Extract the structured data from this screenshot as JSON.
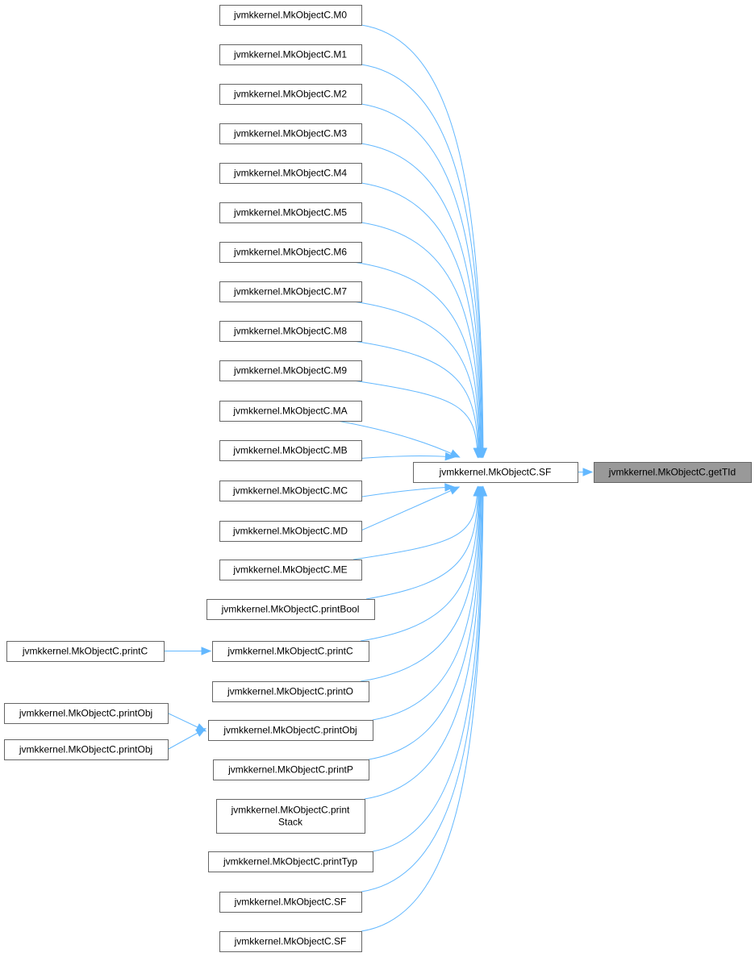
{
  "diagram": {
    "type": "call-graph",
    "colors": {
      "edge": "#63b8ff",
      "node_border": "#666666",
      "node_fill": "#ffffff",
      "focus_fill": "#999999"
    },
    "nodes": [
      {
        "id": "getTId",
        "lines": [
          "jvmkkernel.MkObjectC.getTId"
        ],
        "focus": true
      },
      {
        "id": "SF_main",
        "lines": [
          "jvmkkernel.MkObjectC.SF"
        ]
      },
      {
        "id": "M0",
        "lines": [
          "jvmkkernel.MkObjectC.M0"
        ]
      },
      {
        "id": "M1",
        "lines": [
          "jvmkkernel.MkObjectC.M1"
        ]
      },
      {
        "id": "M2",
        "lines": [
          "jvmkkernel.MkObjectC.M2"
        ]
      },
      {
        "id": "M3",
        "lines": [
          "jvmkkernel.MkObjectC.M3"
        ]
      },
      {
        "id": "M4",
        "lines": [
          "jvmkkernel.MkObjectC.M4"
        ]
      },
      {
        "id": "M5",
        "lines": [
          "jvmkkernel.MkObjectC.M5"
        ]
      },
      {
        "id": "M6",
        "lines": [
          "jvmkkernel.MkObjectC.M6"
        ]
      },
      {
        "id": "M7",
        "lines": [
          "jvmkkernel.MkObjectC.M7"
        ]
      },
      {
        "id": "M8",
        "lines": [
          "jvmkkernel.MkObjectC.M8"
        ]
      },
      {
        "id": "M9",
        "lines": [
          "jvmkkernel.MkObjectC.M9"
        ]
      },
      {
        "id": "MA",
        "lines": [
          "jvmkkernel.MkObjectC.MA"
        ]
      },
      {
        "id": "MB",
        "lines": [
          "jvmkkernel.MkObjectC.MB"
        ]
      },
      {
        "id": "MC",
        "lines": [
          "jvmkkernel.MkObjectC.MC"
        ]
      },
      {
        "id": "MD",
        "lines": [
          "jvmkkernel.MkObjectC.MD"
        ]
      },
      {
        "id": "ME",
        "lines": [
          "jvmkkernel.MkObjectC.ME"
        ]
      },
      {
        "id": "printBool",
        "lines": [
          "jvmkkernel.MkObjectC.printBool"
        ]
      },
      {
        "id": "printC",
        "lines": [
          "jvmkkernel.MkObjectC.printC"
        ]
      },
      {
        "id": "printC_caller",
        "lines": [
          "jvmkkernel.MkObjectC.printC"
        ]
      },
      {
        "id": "printO",
        "lines": [
          "jvmkkernel.MkObjectC.printO"
        ]
      },
      {
        "id": "printObj",
        "lines": [
          "jvmkkernel.MkObjectC.printObj"
        ]
      },
      {
        "id": "printObj_caller1",
        "lines": [
          "jvmkkernel.MkObjectC.printObj"
        ]
      },
      {
        "id": "printObj_caller2",
        "lines": [
          "jvmkkernel.MkObjectC.printObj"
        ]
      },
      {
        "id": "printP",
        "lines": [
          "jvmkkernel.MkObjectC.printP"
        ]
      },
      {
        "id": "printStack",
        "lines": [
          "jvmkkernel.MkObjectC.print",
          "Stack"
        ]
      },
      {
        "id": "printTyp",
        "lines": [
          "jvmkkernel.MkObjectC.printTyp"
        ]
      },
      {
        "id": "SF_a",
        "lines": [
          "jvmkkernel.MkObjectC.SF"
        ]
      },
      {
        "id": "SF_b",
        "lines": [
          "jvmkkernel.MkObjectC.SF"
        ]
      }
    ],
    "edges": [
      {
        "from": "SF_main",
        "to": "getTId"
      },
      {
        "from": "M0",
        "to": "SF_main"
      },
      {
        "from": "M1",
        "to": "SF_main"
      },
      {
        "from": "M2",
        "to": "SF_main"
      },
      {
        "from": "M3",
        "to": "SF_main"
      },
      {
        "from": "M4",
        "to": "SF_main"
      },
      {
        "from": "M5",
        "to": "SF_main"
      },
      {
        "from": "M6",
        "to": "SF_main"
      },
      {
        "from": "M7",
        "to": "SF_main"
      },
      {
        "from": "M8",
        "to": "SF_main"
      },
      {
        "from": "M9",
        "to": "SF_main"
      },
      {
        "from": "MA",
        "to": "SF_main"
      },
      {
        "from": "MB",
        "to": "SF_main"
      },
      {
        "from": "MC",
        "to": "SF_main"
      },
      {
        "from": "MD",
        "to": "SF_main"
      },
      {
        "from": "ME",
        "to": "SF_main"
      },
      {
        "from": "printBool",
        "to": "SF_main"
      },
      {
        "from": "printC",
        "to": "SF_main"
      },
      {
        "from": "printO",
        "to": "SF_main"
      },
      {
        "from": "printObj",
        "to": "SF_main"
      },
      {
        "from": "printP",
        "to": "SF_main"
      },
      {
        "from": "printStack",
        "to": "SF_main"
      },
      {
        "from": "printTyp",
        "to": "SF_main"
      },
      {
        "from": "SF_a",
        "to": "SF_main"
      },
      {
        "from": "SF_b",
        "to": "SF_main"
      },
      {
        "from": "printC_caller",
        "to": "printC"
      },
      {
        "from": "printObj_caller1",
        "to": "printObj"
      },
      {
        "from": "printObj_caller2",
        "to": "printObj"
      }
    ]
  }
}
